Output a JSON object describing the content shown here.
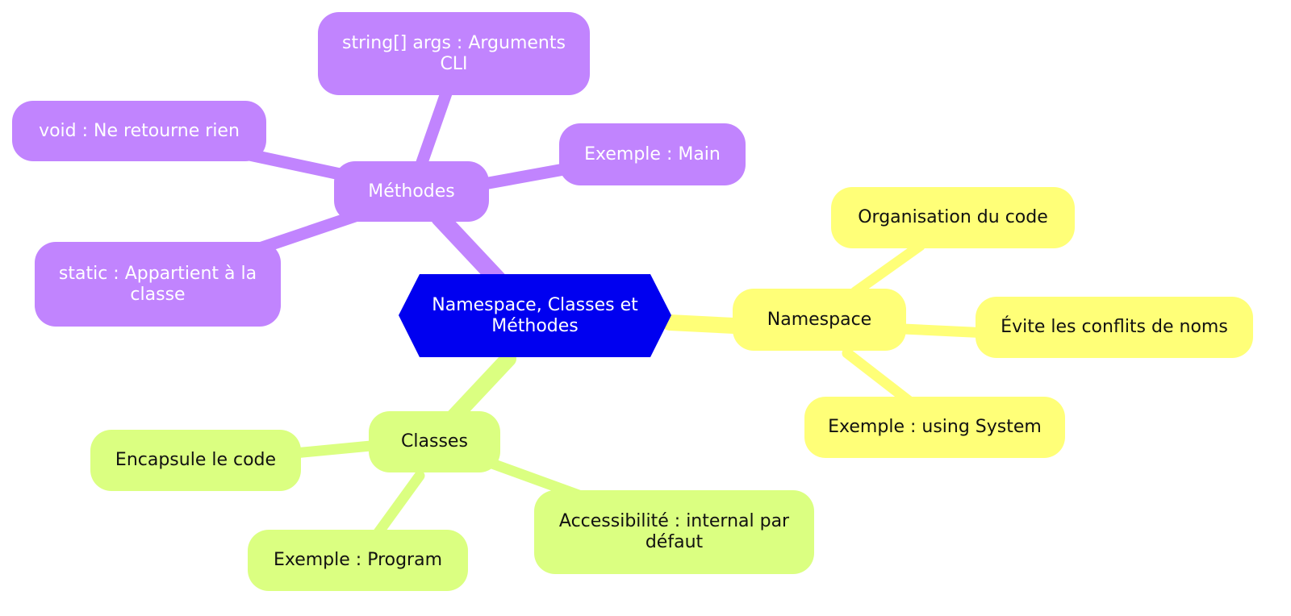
{
  "root": {
    "label": "Namespace, Classes et Méthodes",
    "color": "#0000f0"
  },
  "branches": {
    "methodes": {
      "label": "Méthodes",
      "color": "#c184fe",
      "children": [
        "string[] args : Arguments CLI",
        "void : Ne retourne rien",
        "Exemple : Main",
        "static : Appartient à la classe"
      ]
    },
    "namespace": {
      "label": "Namespace",
      "color": "#ffff78",
      "children": [
        "Organisation du code",
        "Évite les conflits de noms",
        "Exemple : using System"
      ]
    },
    "classes": {
      "label": "Classes",
      "color": "#dbff81",
      "children": [
        "Encapsule le code",
        "Exemple : Program",
        "Accessibilité : internal par défaut"
      ]
    }
  }
}
